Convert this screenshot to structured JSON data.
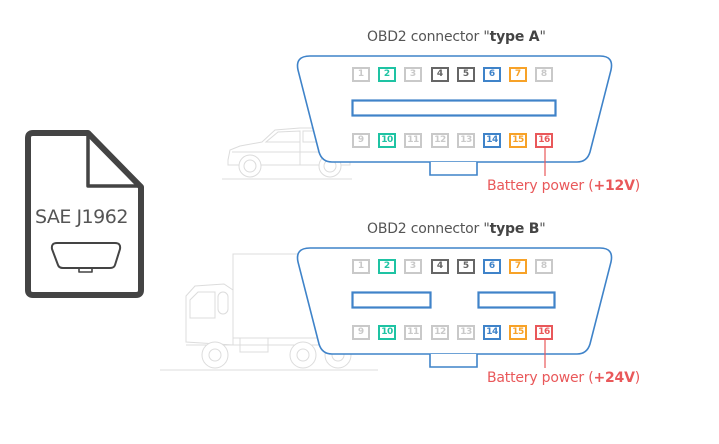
{
  "colors": {
    "outline": "#3f83c9",
    "gray": "#c9c9c9",
    "dark": "#666666",
    "teal": "#1ec3a3",
    "blue": "#3f83c9",
    "orange": "#f7a228",
    "red": "#e9585a",
    "vehicle": "#dcdcdc"
  },
  "document": {
    "label": "SAE J1962"
  },
  "connectors": [
    {
      "id": "type-a",
      "title_prefix": "OBD2 connector \"",
      "title_bold": "type A",
      "title_suffix": "\"",
      "battery_prefix": "Battery power (",
      "battery_bold": "+12V",
      "battery_suffix": ")",
      "vehicle": "pickup-truck"
    },
    {
      "id": "type-b",
      "title_prefix": "OBD2 connector \"",
      "title_bold": "type B",
      "title_suffix": "\"",
      "battery_prefix": "Battery power (",
      "battery_bold": "+24V",
      "battery_suffix": ")",
      "vehicle": "box-truck"
    }
  ],
  "pins": [
    {
      "n": "1",
      "color": "gray"
    },
    {
      "n": "2",
      "color": "teal"
    },
    {
      "n": "3",
      "color": "gray"
    },
    {
      "n": "4",
      "color": "dark"
    },
    {
      "n": "5",
      "color": "dark"
    },
    {
      "n": "6",
      "color": "blue"
    },
    {
      "n": "7",
      "color": "orange"
    },
    {
      "n": "8",
      "color": "gray"
    },
    {
      "n": "9",
      "color": "gray"
    },
    {
      "n": "10",
      "color": "teal"
    },
    {
      "n": "11",
      "color": "gray"
    },
    {
      "n": "12",
      "color": "gray"
    },
    {
      "n": "13",
      "color": "gray"
    },
    {
      "n": "14",
      "color": "blue"
    },
    {
      "n": "15",
      "color": "orange"
    },
    {
      "n": "16",
      "color": "red"
    }
  ]
}
